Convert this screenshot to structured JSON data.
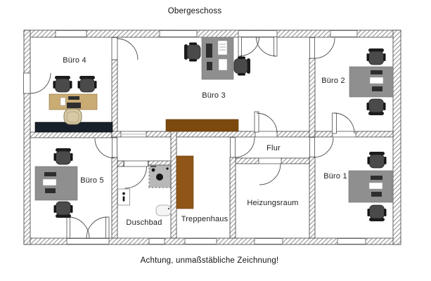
{
  "title": "Obergeschoss",
  "caption": "Achtung, unmaßstäbliche Zeichnung!",
  "rooms": [
    {
      "name": "buero4",
      "label": "Büro 4"
    },
    {
      "name": "buero3",
      "label": "Büro 3"
    },
    {
      "name": "buero2",
      "label": "Büro 2"
    },
    {
      "name": "buero5",
      "label": "Büro 5"
    },
    {
      "name": "buero1",
      "label": "Büro 1"
    },
    {
      "name": "flur",
      "label": "Flur"
    },
    {
      "name": "duschbad",
      "label": "Duschbad"
    },
    {
      "name": "treppenhaus",
      "label": "Treppenhaus"
    },
    {
      "name": "heizungsraum",
      "label": "Heizungsraum"
    }
  ],
  "colors": {
    "wall_hatch": "#8a8a8a",
    "wall_outline": "#3f3f3f",
    "desk_gray": "#8f8f8f",
    "wood_desk_tan": "#c9ab74",
    "sideboard_dark": "#18202b",
    "sideboard_brown": "#7c4a0f",
    "stairs_brown": "#8f5617",
    "chair_dark": "#4a4a4a",
    "shower_gray": "#b8b8b8",
    "wicker_tan": "#d6c9a4"
  },
  "icons": [
    "desk-icon",
    "office-chair-icon",
    "visitor-chair-icon",
    "sideboard-icon",
    "stairs-icon",
    "shower-icon",
    "washbasin-icon",
    "sink-icon",
    "door-swing-icon",
    "double-door-icon",
    "window-icon",
    "passage-icon"
  ]
}
